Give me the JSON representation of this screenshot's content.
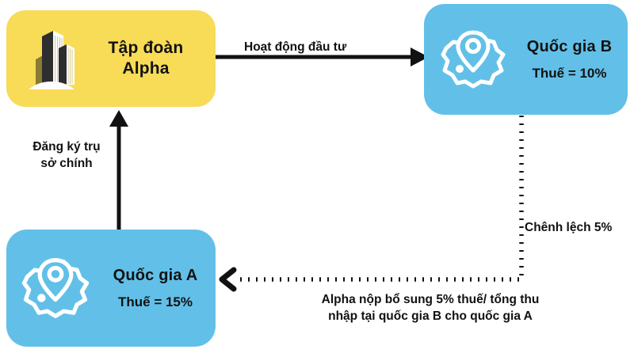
{
  "diagram": {
    "title_hidden": "",
    "colors": {
      "corp_fill": "#F8DB57",
      "country_fill": "#62C0E8",
      "line": "#111111",
      "icon_outline": "#FFFFFF",
      "building_dark": "#2E2E2E",
      "building_olive": "#8A7B32",
      "building_light": "#FFFFFF"
    },
    "nodes": [
      {
        "id": "corporation",
        "icon": "office-buildings-icon",
        "title": "Tập đoàn\nAlpha",
        "subtitle": ""
      },
      {
        "id": "country-b",
        "icon": "country-map-pin-icon",
        "title": "Quốc gia B",
        "subtitle": "Thuế = 10%"
      },
      {
        "id": "country-a",
        "icon": "country-map-pin-icon",
        "title": "Quốc gia A",
        "subtitle": "Thuế = 15%"
      }
    ],
    "edges": [
      {
        "id": "invest",
        "label": "Hoạt động đầu tư",
        "style": "solid",
        "from": "corporation",
        "to": "country-b"
      },
      {
        "id": "register",
        "label": "Đăng ký trụ\nsở chính",
        "style": "solid",
        "from": "country-a",
        "to": "corporation"
      },
      {
        "id": "difference",
        "label": "Chênh lệch 5%",
        "style": "dotted",
        "from": "country-b",
        "to": "country-a"
      },
      {
        "id": "topup",
        "label": "Alpha nộp bổ sung 5% thuế/ tổng thu\nnhập tại quốc gia B cho quốc gia A",
        "style": "dotted-caption",
        "from": "country-b",
        "to": "country-a"
      }
    ]
  }
}
